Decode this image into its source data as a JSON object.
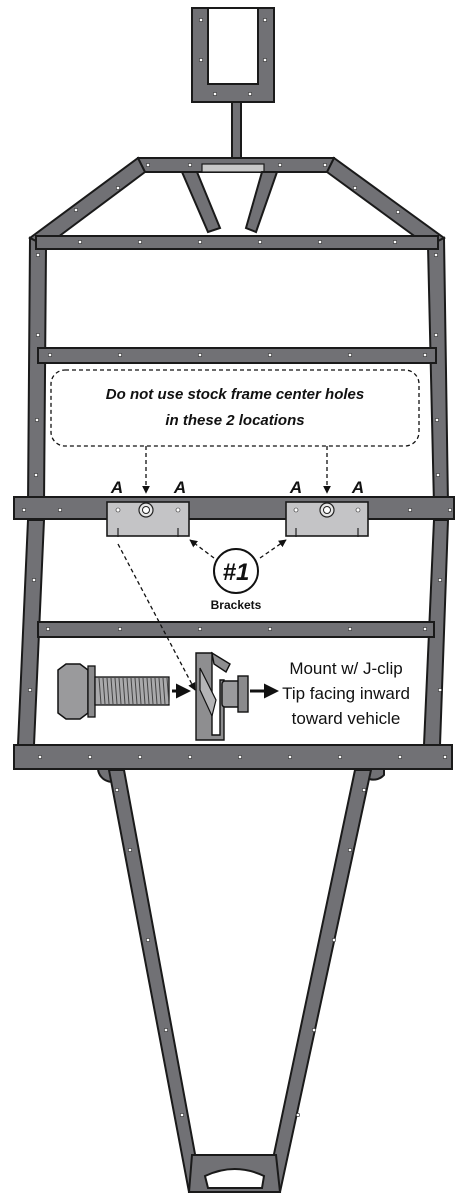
{
  "callout_box": {
    "line1": "Do not use stock frame center holes",
    "line2": "in these 2 locations"
  },
  "hole_labels": [
    "A",
    "A",
    "A",
    "A"
  ],
  "part_callout": {
    "number": "#1",
    "label": "Brackets"
  },
  "mount_instructions": {
    "line1": "Mount w/ J-clip",
    "line2": "Tip facing inward",
    "line3": "toward vehicle"
  },
  "colors": {
    "frame": "#717175",
    "outline": "#1a1a1a",
    "bracket": "#c4c4c6",
    "background": "#ffffff"
  }
}
